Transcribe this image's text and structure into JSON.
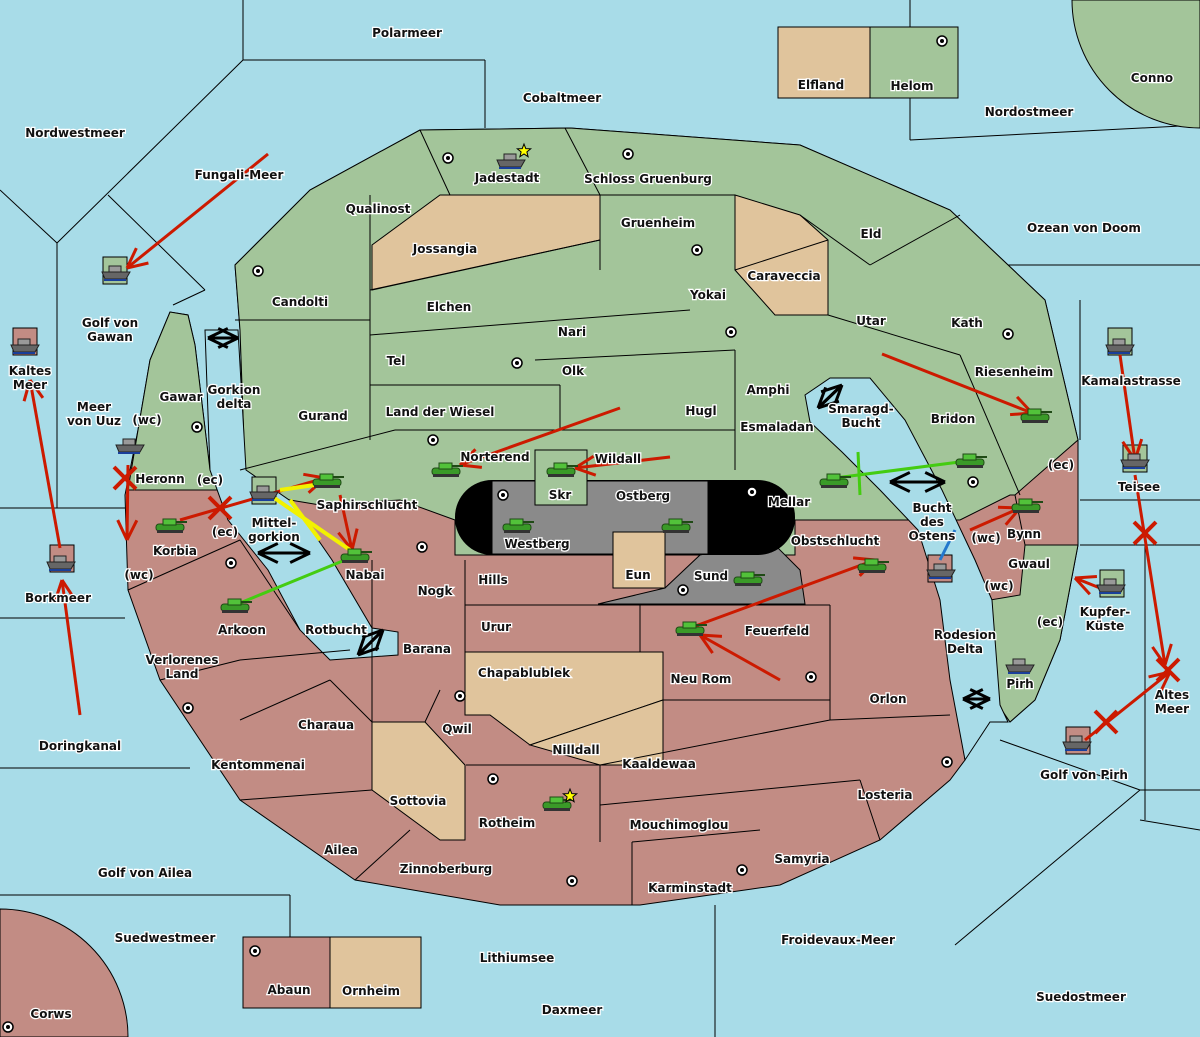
{
  "colors": {
    "water": "#a8dce8",
    "green_power": "#a3c59a",
    "red_power": "#c28c84",
    "neutral": "#e0c49c",
    "impassable": "#8a8a8a",
    "move_order": "#cc1a00",
    "support_order": "#44cc11",
    "convoy_order": "#f2f200"
  },
  "labels": [
    [
      "Polarmeer"
    ],
    [
      "Cobaltmeer"
    ],
    [
      "Nordwestmeer"
    ],
    [
      "Fungali-Meer"
    ],
    [
      "Elfland"
    ],
    [
      "Helom"
    ],
    [
      "Conno"
    ],
    [
      "Nordostmeer"
    ],
    [
      "Jadestadt"
    ],
    [
      "Schloss Gruenburg"
    ],
    [
      "Qualinost"
    ],
    [
      "Gruenheim"
    ],
    [
      "Eld"
    ],
    [
      "Ozean von Doom"
    ],
    [
      "Jossangia"
    ],
    [
      "Caraveccia"
    ],
    [
      "Yokai"
    ],
    [
      "Candolti"
    ],
    [
      "Elchen"
    ],
    [
      "Golf von",
      "Gawan"
    ],
    [
      "Utar"
    ],
    [
      "Kath"
    ],
    [
      "Nari"
    ],
    [
      "Tel"
    ],
    [
      "Olk"
    ],
    [
      "Riesenheim"
    ],
    [
      "Kaltes",
      "Meer"
    ],
    [
      "Kamalastrasse"
    ],
    [
      "Amphi"
    ],
    [
      "Gawar"
    ],
    [
      "Gorkion",
      "delta"
    ],
    [
      "Meer",
      "von Uuz"
    ],
    [
      "(wc)"
    ],
    [
      "Smaragd-",
      "Bucht"
    ],
    [
      "Land der Wiesel"
    ],
    [
      "Hugl"
    ],
    [
      "Gurand"
    ],
    [
      "Bridon"
    ],
    [
      "Esmaladan"
    ],
    [
      "Norterend"
    ],
    [
      "Wildall"
    ],
    [
      "(ec)"
    ],
    [
      "Heronn"
    ],
    [
      "(ec)"
    ],
    [
      "Teisee"
    ],
    [
      "Skr"
    ],
    [
      "Ostberg"
    ],
    [
      "Mellar"
    ],
    [
      "Saphirschlucht"
    ],
    [
      "Bucht",
      "des",
      "Ostens"
    ],
    [
      "Mittel-",
      "gorkion"
    ],
    [
      "(ec)"
    ],
    [
      "Bynn"
    ],
    [
      "(wc)"
    ],
    [
      "Obstschlucht"
    ],
    [
      "Westberg"
    ],
    [
      "Korbia"
    ],
    [
      "Gwaul"
    ],
    [
      "Nabai"
    ],
    [
      "Eun"
    ],
    [
      "(wc)"
    ],
    [
      "Sund"
    ],
    [
      "Hills"
    ],
    [
      "Nogk"
    ],
    [
      "(wc)"
    ],
    [
      "Borkmeer"
    ],
    [
      "Kupfer-",
      "Küste"
    ],
    [
      "(ec)"
    ],
    [
      "Urur"
    ],
    [
      "Arkoon"
    ],
    [
      "Rotbucht"
    ],
    [
      "Feuerfeld"
    ],
    [
      "Rodesion",
      "Delta"
    ],
    [
      "Barana"
    ],
    [
      "Verlorenes",
      "Land"
    ],
    [
      "Chapablublek"
    ],
    [
      "Neu Rom"
    ],
    [
      "Pirh"
    ],
    [
      "Altes",
      "Meer"
    ],
    [
      "Orlon"
    ],
    [
      "Charaua"
    ],
    [
      "Qwil"
    ],
    [
      "Doringkanal"
    ],
    [
      "Nilldall"
    ],
    [
      "Kaaldewaa"
    ],
    [
      "Kentommenai"
    ],
    [
      "Golf von Pirh"
    ],
    [
      "Losteria"
    ],
    [
      "Sottovia"
    ],
    [
      "Rotheim"
    ],
    [
      "Mouchimoglou"
    ],
    [
      "Ailea"
    ],
    [
      "Samyria"
    ],
    [
      "Zinnoberburg"
    ],
    [
      "Golf von Ailea"
    ],
    [
      "Karminstadt"
    ],
    [
      "Suedwestmeer"
    ],
    [
      "Froidevaux-Meer"
    ],
    [
      "Lithiumsee"
    ],
    [
      "Abaun"
    ],
    [
      "Ornheim"
    ],
    [
      "Suedostmeer"
    ],
    [
      "Daxmeer"
    ],
    [
      "Corws"
    ]
  ],
  "units": {
    "fleets": [
      "Golf von Gawan",
      "Kaltes Meer",
      "Borkmeer",
      "Meer von Uuz",
      "Mittelgorkion",
      "Jadestadt",
      "Kamalastrasse",
      "Teisee",
      "Kupfer-Küste",
      "Bucht des Ostens",
      "Pirh",
      "Golf von Pirh"
    ],
    "armies": [
      "Saphirschlucht",
      "Korbia",
      "Nabai",
      "Arkoon",
      "Norterend",
      "Skr",
      "Westberg",
      "Ostberg",
      "Sund",
      "Mellar",
      "Bridon",
      "Riesenheim",
      "Bynn",
      "Obstschlucht",
      "Feuerfeld",
      "Rotheim"
    ],
    "stars": [
      "Jadestadt",
      "Rotheim"
    ]
  }
}
